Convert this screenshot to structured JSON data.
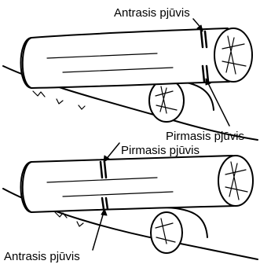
{
  "labels": {
    "top_second_cut": "Antrasis pjūvis",
    "top_first_cut": "Pirmasis pjūvis",
    "bottom_first_cut": "Pirmasis pjūvis",
    "bottom_second_cut": "Antrasis pjūvis"
  },
  "colors": {
    "ink": "#000000",
    "paper": "#ffffff"
  }
}
